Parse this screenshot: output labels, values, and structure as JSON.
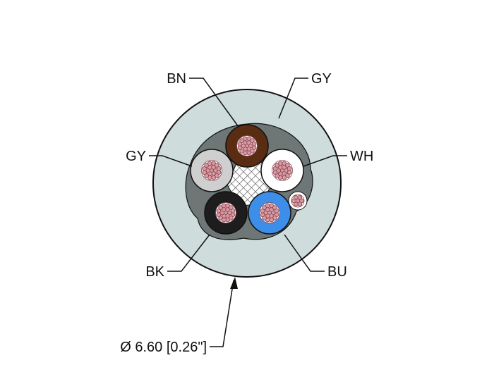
{
  "labels": {
    "brown": "BN",
    "gray_top": "GY",
    "gray_left": "GY",
    "white": "WH",
    "black": "BK",
    "blue": "BU"
  },
  "dimension": "Ø 6.60 [0.26\"]",
  "colors": {
    "sheath": "#cfdcdc",
    "filler": "#6e7676",
    "brown": "#5a2c12",
    "gray": "#cfcfcf",
    "white": "#ffffff",
    "black": "#1d1d1d",
    "blue": "#3d8ee8",
    "copper": "#d99aa2",
    "copper_dark": "#8a4a55",
    "line": "#111111"
  }
}
